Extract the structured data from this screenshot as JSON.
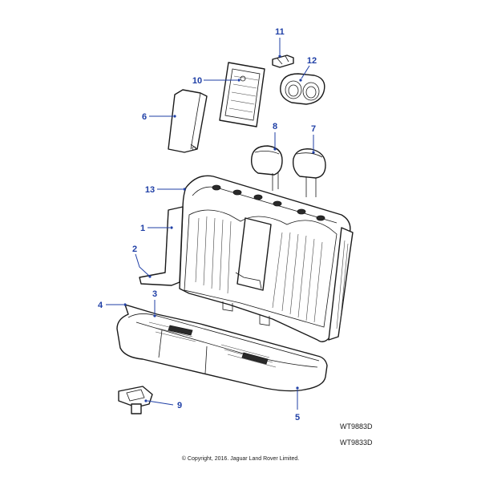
{
  "callouts": {
    "c1": "1",
    "c2": "2",
    "c3": "3",
    "c4": "4",
    "c5": "5",
    "c6": "6",
    "c7": "7",
    "c8": "8",
    "c9": "9",
    "c10": "10",
    "c11": "11",
    "c12": "12",
    "c13": "13"
  },
  "ref_codes": {
    "primary": "WT9883D",
    "secondary": "WT9833D"
  },
  "copyright": "© Copyright, 2016. Jaguar Land Rover Limited.",
  "colors": {
    "callout": "#1f3fa6",
    "line": "#1a1a1a"
  }
}
